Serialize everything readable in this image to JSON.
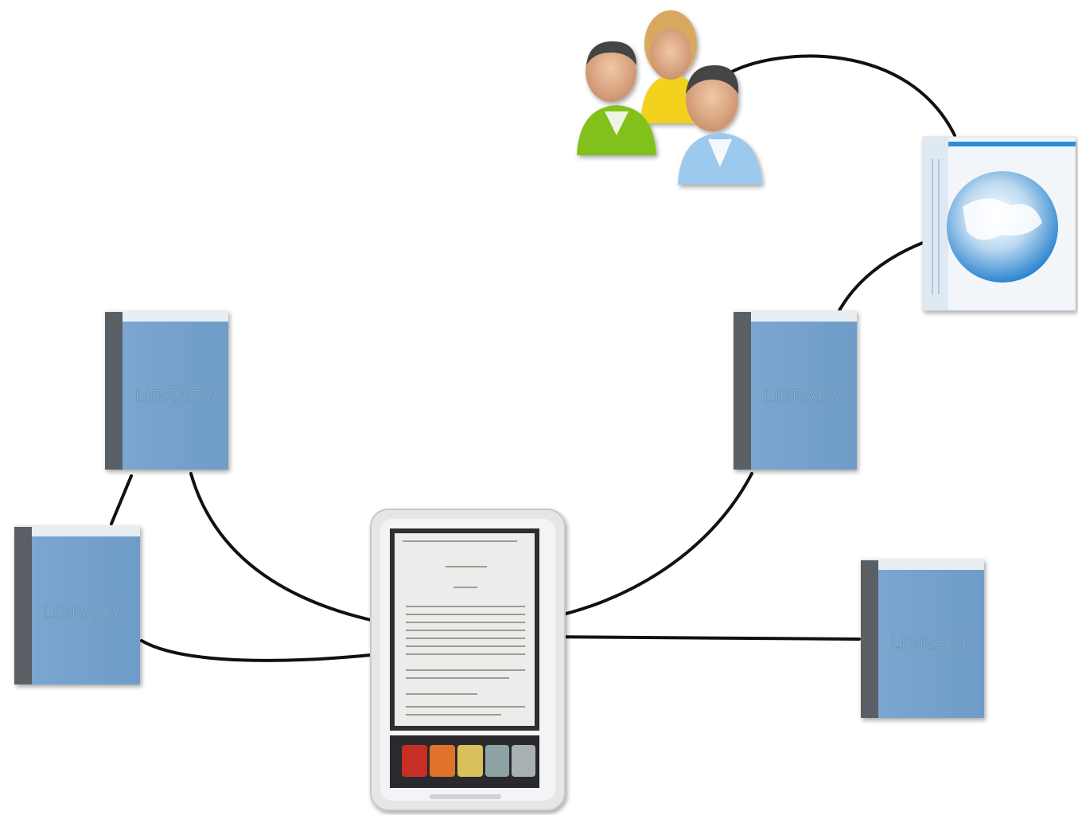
{
  "nodes": {
    "library_top_left": {
      "label": "LIBRARY"
    },
    "library_bottom_left": {
      "label": "LIBRARY"
    },
    "library_mid_right": {
      "label": "LIBRARY"
    },
    "library_far_right": {
      "label": "LIBRARY"
    },
    "users_group": {
      "icon": "users-group-icon"
    },
    "globe_book": {
      "icon": "globe-book-icon"
    },
    "ereader": {
      "icon": "ereader-device-icon"
    }
  },
  "colors": {
    "book_cover": "#6e9fcc",
    "book_spine": "#5a5f66",
    "connector": "#111111"
  }
}
